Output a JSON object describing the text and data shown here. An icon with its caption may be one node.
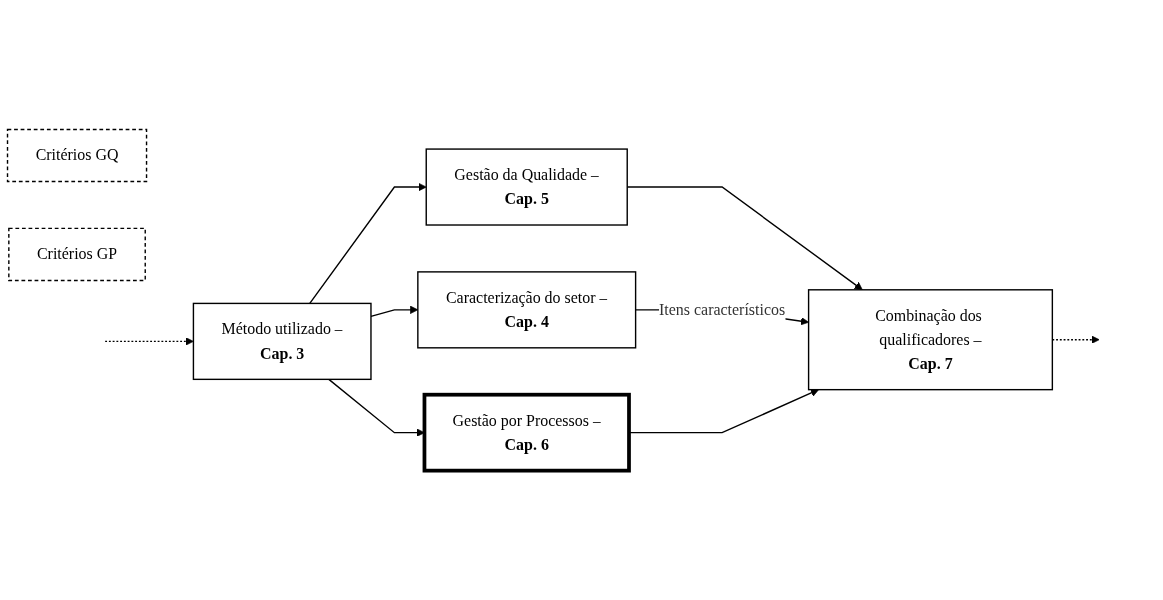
{
  "diagram": {
    "nodes": [
      {
        "text": [
          "Método utilizado –",
          "Cap. 3"
        ]
      },
      {
        "text": [
          "Gestão da Qualidade –",
          "Cap. 5"
        ]
      },
      {
        "text": [
          "Caracterização do setor –",
          "Cap. 4"
        ]
      },
      {
        "text": [
          "Gestão por Processos –",
          "Cap. 6"
        ]
      },
      {
        "text": [
          "Combinação dos qualificadores –",
          "Cap. 7"
        ]
      },
      {
        "text": [
          "Critérios GQ"
        ]
      },
      {
        "text": [
          "Critérios GP"
        ]
      }
    ],
    "edges": [
      {
        "from": null,
        "to": 0,
        "arrow": "to",
        "style": "dashed"
      },
      {
        "from": 0,
        "to": 1,
        "arrow": "to"
      },
      {
        "from": 0,
        "to": 2,
        "arrow": "to"
      },
      {
        "from": 0,
        "to": 3,
        "arrow": "to"
      },
      {
        "from": 1,
        "to": 4,
        "arrow": "to"
      },
      {
        "from": 2,
        "to": 4,
        "arrow": "to",
        "label": "Itens característicos"
      },
      {
        "from": 3,
        "to": 4,
        "arrow": "to"
      },
      {
        "from": 4,
        "to": null,
        "arrow": "to",
        "style": "dashed"
      }
    ]
  }
}
